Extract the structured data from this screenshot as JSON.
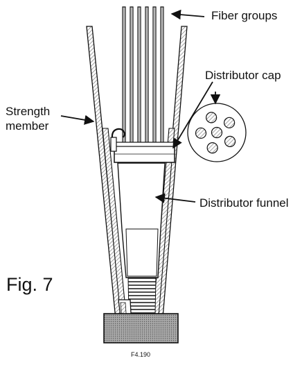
{
  "labels": {
    "fiber_groups": "Fiber groups",
    "distributor_cap": "Distributor cap",
    "strength_member_line1": "Strength",
    "strength_member_line2": "member",
    "distributor_funnel": "Distributor funnel",
    "figure": "Fig. 7",
    "code": "F4.190"
  },
  "colors": {
    "ink": "#111111",
    "hatch_light": "#b9b9b9",
    "hatch_dark": "#8a8a8a",
    "paper": "#ffffff"
  },
  "fiber_group_count": 6,
  "cap_hole_count": 6
}
